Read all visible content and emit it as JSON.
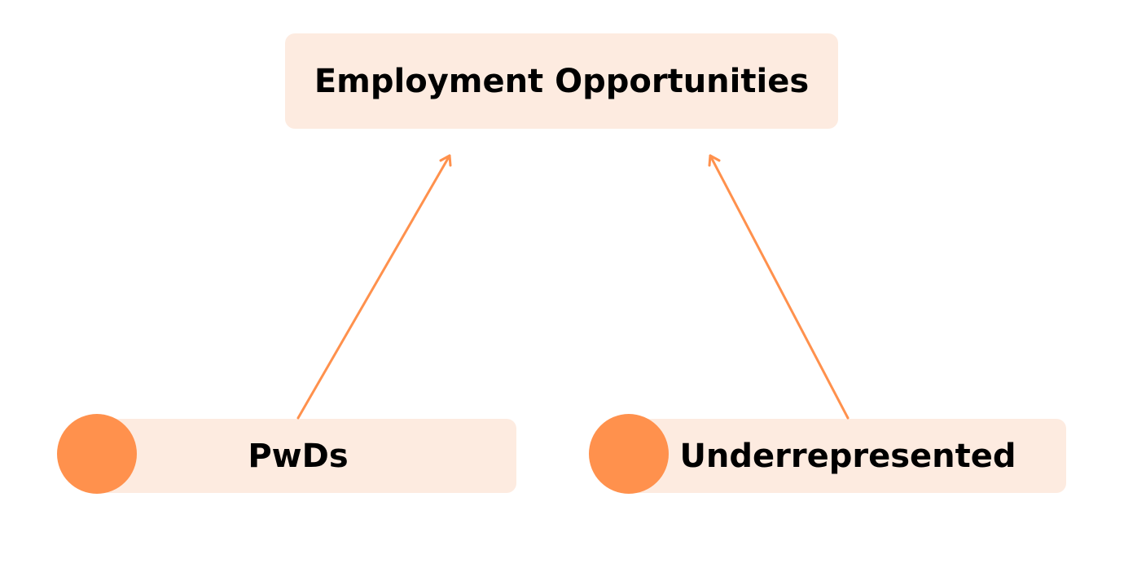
{
  "diagram": {
    "top_node": {
      "label": "Employment Opportunities"
    },
    "bottom_nodes": [
      {
        "label": "PwDs"
      },
      {
        "label": "Underrepresented"
      }
    ],
    "edges": [
      {
        "from": "PwDs",
        "to": "Employment Opportunities"
      },
      {
        "from": "Underrepresented",
        "to": "Employment Opportunities"
      }
    ],
    "colors": {
      "box_fill": "#fdebe0",
      "accent": "#ff914d",
      "text": "#000000"
    }
  }
}
